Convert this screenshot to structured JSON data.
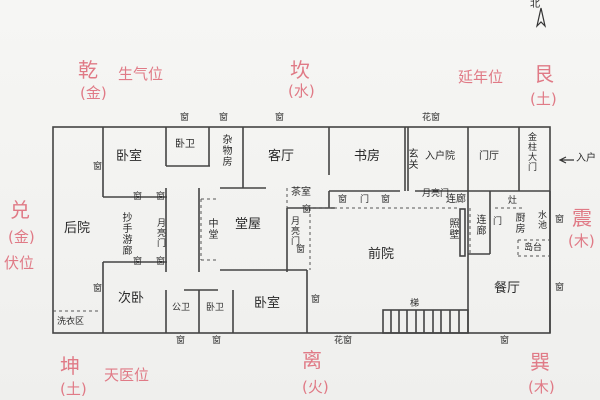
{
  "compass": {
    "north_label": "北",
    "arrow": "north-arrow"
  },
  "directions": {
    "qian": {
      "name": "乾",
      "element": "(金)",
      "position": "生气位"
    },
    "kan": {
      "name": "坎",
      "element": "(水)"
    },
    "gen": {
      "name": "艮",
      "element": "(土)",
      "position": "延年位"
    },
    "dui": {
      "name": "兑",
      "element": "(金)",
      "position": "伏位"
    },
    "zhen": {
      "name": "震",
      "element": "(木)"
    },
    "kun": {
      "name": "坤",
      "element": "(土)",
      "position": "天医位"
    },
    "li": {
      "name": "离",
      "element": "(火)"
    },
    "xun": {
      "name": "巽",
      "element": "(木)"
    }
  },
  "rooms": {
    "bedroom_master": "卧室",
    "bath_en_suite_top": "卧卫",
    "storage": "杂物房",
    "living_room": "客厅",
    "study": "书房",
    "foyer": "玄关",
    "entry_courtyard": "入户院",
    "entry_hall": "门厅",
    "main_gate": "金柱大门",
    "entry_arrow_label": "入户",
    "back_yard": "后院",
    "corridor_left": "抄手游廊",
    "moon_gate_left": "月亮门",
    "hall_center": "中堂",
    "main_hall": "堂屋",
    "tea_room": "茶室",
    "moon_gate_right_vertical": "月亮门",
    "window_left_tea": "窗",
    "front_yard": "前院",
    "moon_gate_top": "月亮门",
    "corridor_top": "连廊",
    "screen_wall": "照壁",
    "corridor_right": "连廊",
    "door_right": "门",
    "stove": "灶",
    "kitchen": "厨房",
    "sink": "水池",
    "island": "岛台",
    "dining_room": "餐厅",
    "second_bedroom": "次卧",
    "public_bath": "公卫",
    "bath_bottom": "卧卫",
    "bedroom_bottom": "卧室",
    "laundry": "洗衣区",
    "stairs": "梯"
  },
  "windows": {
    "top1": "窗",
    "top2": "窗",
    "top3": "窗",
    "top_flower": "花窗",
    "left_bedroom": "窗",
    "left_b1": "窗",
    "left_b2": "窗",
    "corridor_w1": "窗",
    "corridor_w2": "窗",
    "corridor_w3": "窗",
    "corridor_w4": "窗",
    "second_bed": "窗",
    "tea_bottom": "窗",
    "window_door_1": "窗",
    "window_door_door": "门",
    "window_door_2": "窗",
    "bedroom_right": "窗",
    "bottom1": "窗",
    "bottom2": "窗",
    "bottom_flower": "花窗",
    "bottom_right": "窗",
    "kitchen_right": "窗",
    "dining_right": "窗",
    "front_left": "窗"
  }
}
